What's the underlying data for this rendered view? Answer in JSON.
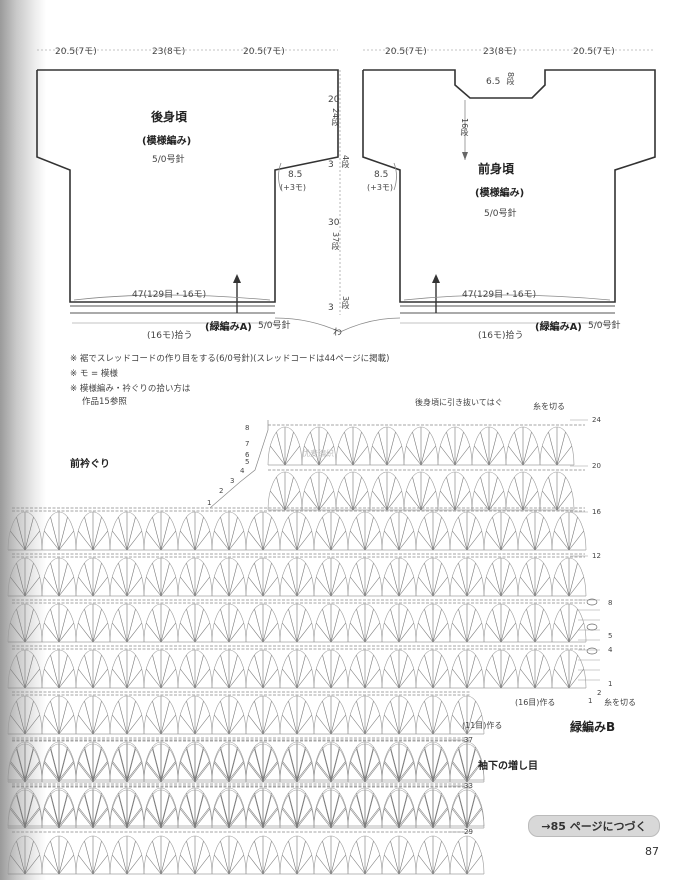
{
  "back_panel": {
    "widths": [
      "20.5(7モ)",
      "23(8モ)",
      "20.5(7モ)"
    ],
    "title": "後身頃",
    "pattern": "(模様編み)",
    "needle": "5/0号針",
    "armhole": "8.5",
    "armhole_sub": "(+3モ)",
    "bottom": "47(129目・16モ)",
    "edge_label": "(緑編みA)",
    "edge_needle": "5/0号針",
    "pickup": "(16モ)拾う"
  },
  "front_panel": {
    "widths": [
      "20.5(7モ)",
      "23(8モ)",
      "20.5(7モ)"
    ],
    "neck_depth": "6.5",
    "neck_rows": "8段",
    "neck_side": "16段",
    "title": "前身頃",
    "pattern": "(模様編み)",
    "needle": "5/0号針",
    "armhole": "8.5",
    "armhole_sub": "(+3モ)",
    "bottom": "47(129目・16モ)",
    "edge_label": "(緑編みA)",
    "edge_needle": "5/0号針",
    "pickup": "(16モ)拾う"
  },
  "center_dims": {
    "top_value": "20",
    "top_rows": "24段",
    "mid_value": "3",
    "mid_rows": "4段",
    "body_value": "30",
    "body_rows": "37段",
    "bottom_value": "3",
    "bottom_rows": "3段",
    "wa": "わ"
  },
  "notes": [
    "※ 裾でスレッドコードの作り目をする(6/0号針)(スレッドコードは44ページに掲載)",
    "※ モ = 模様",
    "※ 模様編み・衿ぐりの拾い方は",
    "作品15参照"
  ],
  "chart": {
    "neck_title": "前衿ぐり",
    "top_note": "後身頃に引き抜いてはぐ",
    "cut_thread_top": "糸を切る",
    "right_rows": [
      "24",
      "20",
      "16",
      "12"
    ],
    "left_rows": [
      "8",
      "7",
      "6",
      "5",
      "4",
      "3",
      "2",
      "1"
    ],
    "edging_rows": [
      "8",
      "5",
      "4",
      "1"
    ],
    "edging_small": [
      "2",
      "1"
    ],
    "cut_thread_bottom": "糸を切る",
    "make16": "(16目)作る",
    "make11": "(11目)作る",
    "edging_b": "緑編みB",
    "sleeve_increase": "袖下の増し目",
    "bottom_rows": [
      "37",
      "33",
      "29"
    ]
  },
  "continue_badge": "→85 ページにつづく",
  "page_number": "87",
  "watermark": "优麦编织"
}
